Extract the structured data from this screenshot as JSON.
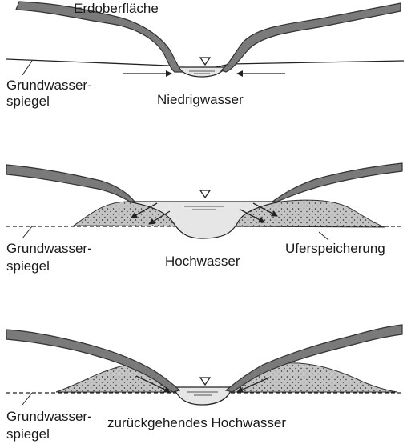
{
  "panels": [
    {
      "id": "low",
      "labels": {
        "surface": "Erdoberfläche",
        "groundwater_line1": "Grundwasser-",
        "groundwater_line2": "spiegel",
        "water_state": "Niedrigwasser"
      }
    },
    {
      "id": "high",
      "labels": {
        "groundwater_line1": "Grundwasser-",
        "groundwater_line2": "spiegel",
        "water_state": "Hochwasser",
        "bank_storage": "Uferspeicherung"
      }
    },
    {
      "id": "receding",
      "labels": {
        "groundwater_line1": "Grundwasser-",
        "groundwater_line2": "spiegel",
        "water_state": "zurückgehendes Hochwasser"
      }
    }
  ],
  "colors": {
    "ground_band": "#7a7a7a",
    "ground_outline": "#333333",
    "water": "#e6e6e6",
    "storage_fill": "#c4c4c4",
    "line": "#222222"
  },
  "icons": [
    "water-level-triangle-icon",
    "flow-arrow-icon"
  ]
}
